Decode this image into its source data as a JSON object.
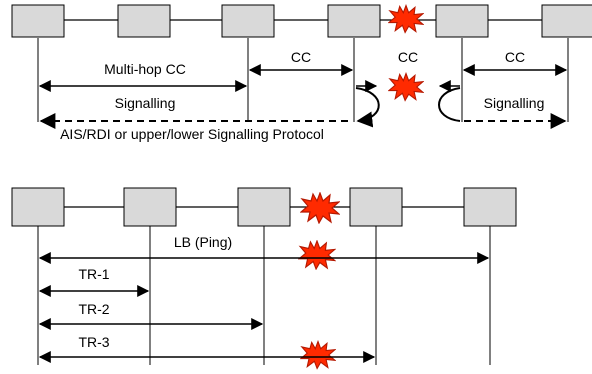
{
  "top": {
    "labels": {
      "multihop_cc": "Multi-hop CC",
      "signalling_left": "Signalling",
      "cc_mid": "CC",
      "cc_center": "CC",
      "cc_right": "CC",
      "signalling_right": "Signalling",
      "caption": "AIS/RDI or upper/lower Signalling Protocol"
    }
  },
  "bottom": {
    "labels": {
      "lb_ping": "LB (Ping)",
      "tr1": "TR-1",
      "tr2": "TR-2",
      "tr3": "TR-3"
    }
  },
  "colors": {
    "node_fill": "#d9d9d9",
    "node_stroke": "#000000",
    "burst_fill": "#ff2a00",
    "burst_stroke": "#b51800"
  },
  "icons": [
    "fault-burst-icon",
    "node-box-icon"
  ]
}
